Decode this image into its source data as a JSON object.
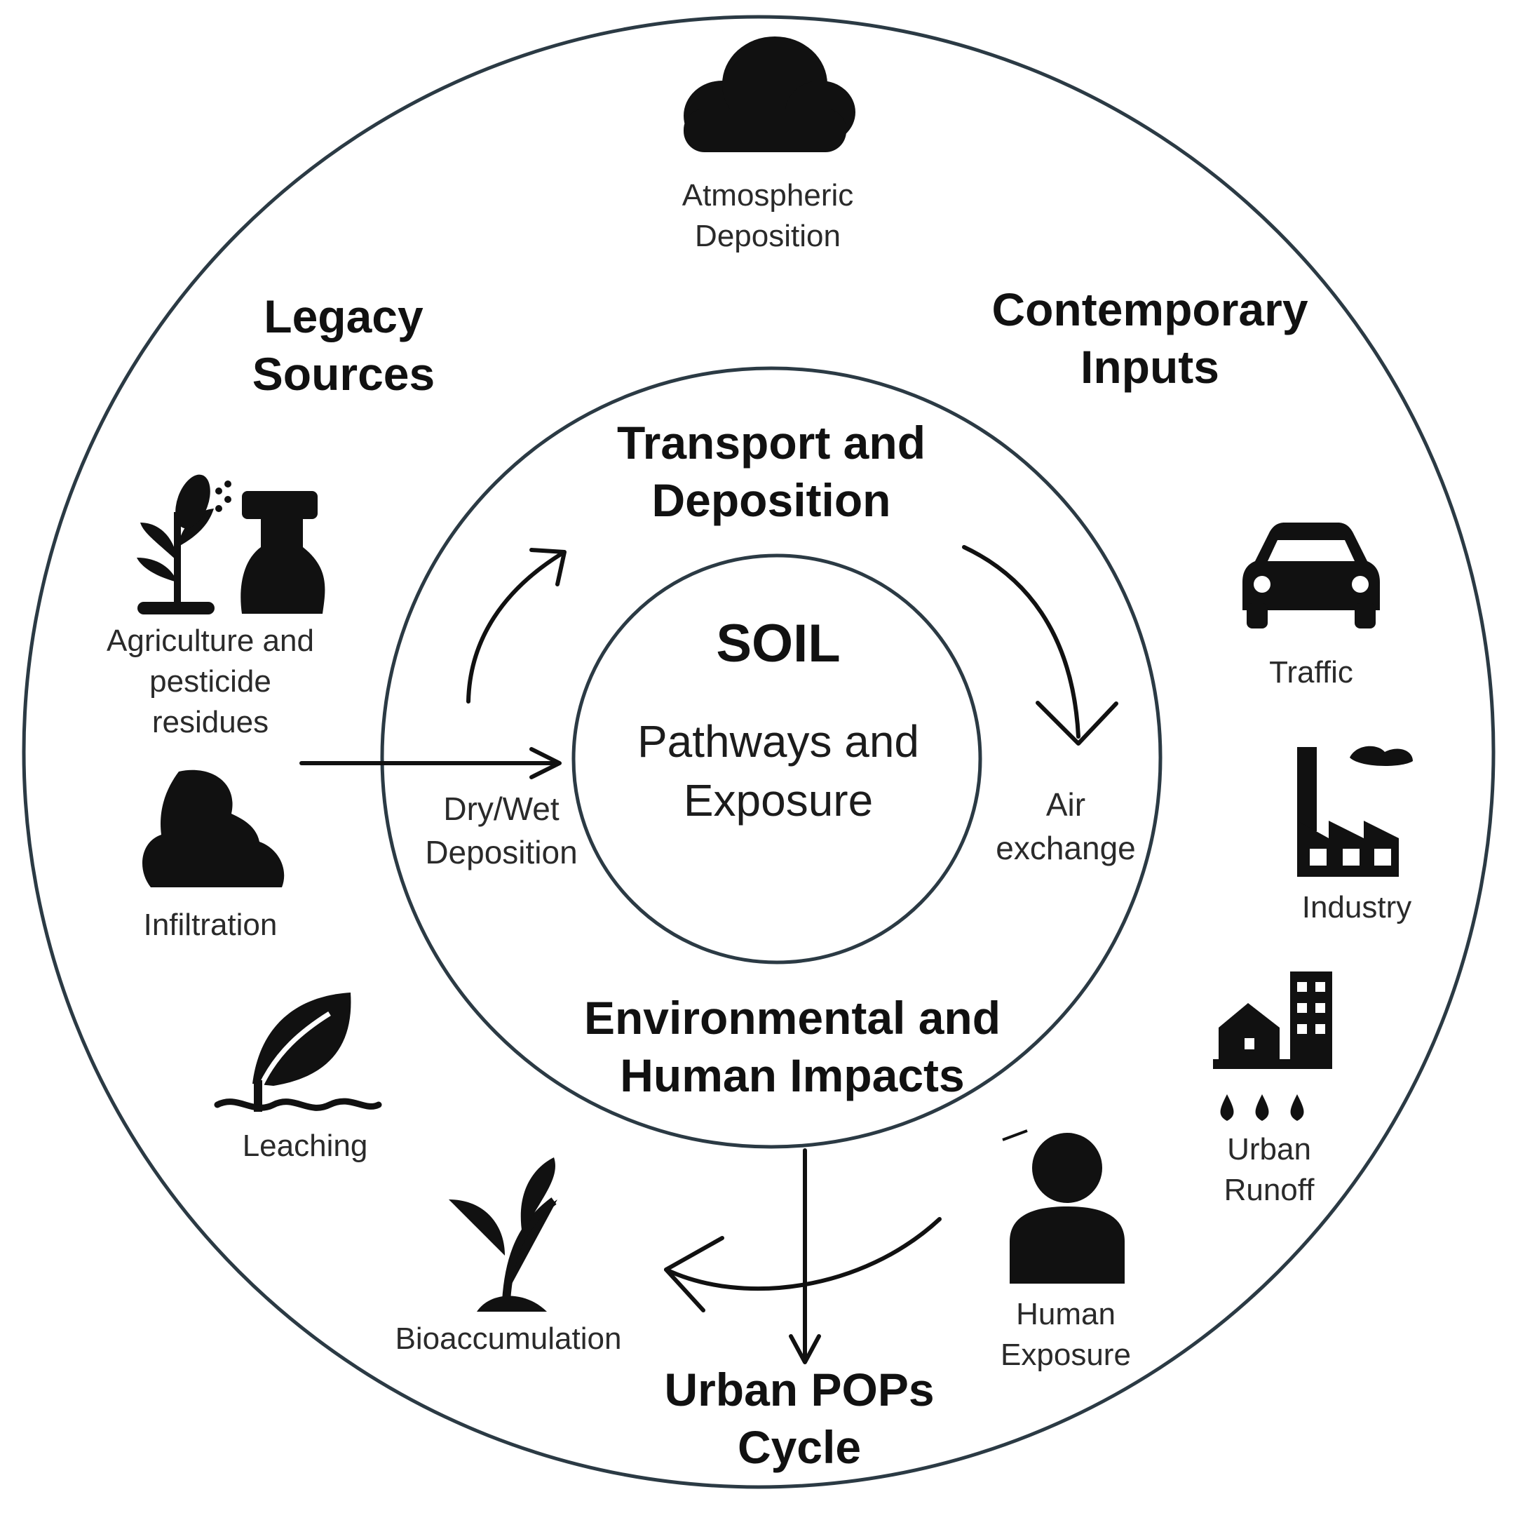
{
  "outer_labels": {
    "legacy": [
      "Legacy",
      "Sources"
    ],
    "contemporary": [
      "Contemporary",
      "Inputs"
    ],
    "title": [
      "Urban POPs",
      "Cycle"
    ]
  },
  "middle_labels": {
    "transport": [
      "Transport and",
      "Deposition"
    ],
    "impacts": [
      "Environmental and",
      "Human Impacts"
    ],
    "dry_wet": [
      "Dry/Wet",
      "Deposition"
    ],
    "air": [
      "Air",
      "exchange"
    ]
  },
  "center": {
    "soil": "SOIL",
    "pathways": [
      "Pathways and",
      "Exposure"
    ]
  },
  "icons": {
    "atmospheric": {
      "icon": "cloud-icon",
      "label": [
        "Atmospheric",
        "Deposition"
      ]
    },
    "agriculture": {
      "icon": "plant-spray-icon",
      "label": [
        "Agriculture and",
        "pesticide",
        "residues"
      ]
    },
    "infiltration": {
      "icon": "blob-icon",
      "label": [
        "Infiltration"
      ]
    },
    "leaching": {
      "icon": "leaf-water-icon",
      "label": [
        "Leaching"
      ]
    },
    "bioaccumulation": {
      "icon": "sprout-icon",
      "label": [
        "Bioaccumulation"
      ]
    },
    "human": {
      "icon": "person-icon",
      "label": [
        "Human",
        "Exposure"
      ]
    },
    "urban_runoff": {
      "icon": "city-rain-icon",
      "label": [
        "Urban",
        "Runoff"
      ]
    },
    "industry": {
      "icon": "factory-icon",
      "label": [
        "Industry"
      ]
    },
    "traffic": {
      "icon": "car-icon",
      "label": [
        "Traffic"
      ]
    }
  }
}
